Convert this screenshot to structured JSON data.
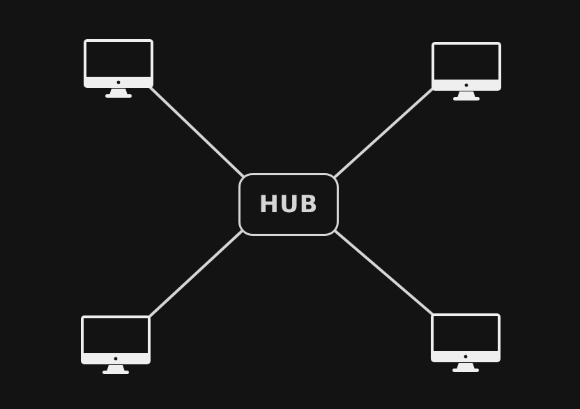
{
  "hub": {
    "label": "HUB"
  },
  "nodes": [
    {
      "id": "top-left",
      "icon": "desktop-monitor-icon"
    },
    {
      "id": "top-right",
      "icon": "desktop-monitor-icon"
    },
    {
      "id": "bottom-left",
      "icon": "desktop-monitor-icon"
    },
    {
      "id": "bottom-right",
      "icon": "desktop-monitor-icon"
    }
  ],
  "edges": [
    {
      "from": "hub",
      "to": "top-left"
    },
    {
      "from": "hub",
      "to": "top-right"
    },
    {
      "from": "hub",
      "to": "bottom-left"
    },
    {
      "from": "hub",
      "to": "bottom-right"
    }
  ],
  "colors": {
    "background": "#131313",
    "stroke": "#d6d6d6",
    "monitor": "#efefef"
  }
}
